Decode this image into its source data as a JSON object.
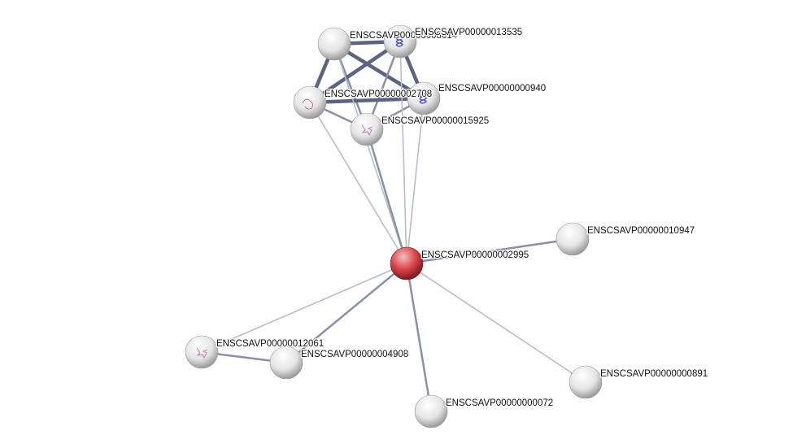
{
  "network": {
    "nodes": [
      {
        "id": "n8014",
        "label": "ENSCSAVP00000008014",
        "color": "#e8e8e8",
        "icon": "none"
      },
      {
        "id": "n13535",
        "label": "ENSCSAVP00000013535",
        "color": "#e8e8e8",
        "icon": "helix-structure"
      },
      {
        "id": "n2708",
        "label": "ENSCSAVP00000002708",
        "color": "#e8e8e8",
        "icon": "coil-structure"
      },
      {
        "id": "n940",
        "label": "ENSCSAVP00000000940",
        "color": "#e8e8e8",
        "icon": "helix-structure"
      },
      {
        "id": "n15925",
        "label": "ENSCSAVP00000015925",
        "color": "#e8e8e8",
        "icon": "protein-structure"
      },
      {
        "id": "n2995",
        "label": "ENSCSAVP00000002995",
        "color": "#d9434a",
        "icon": "none"
      },
      {
        "id": "n10947",
        "label": "ENSCSAVP00000010947",
        "color": "#e8e8e8",
        "icon": "none"
      },
      {
        "id": "n12061",
        "label": "ENSCSAVP00000012061",
        "color": "#e8e8e8",
        "icon": "protein-structure"
      },
      {
        "id": "n4908",
        "label": "ENSCSAVP00000004908",
        "color": "#e8e8e8",
        "icon": "none"
      },
      {
        "id": "n891",
        "label": "ENSCSAVP00000000891",
        "color": "#e8e8e8",
        "icon": "none"
      },
      {
        "id": "n72",
        "label": "ENSCSAVP00000000072",
        "color": "#e8e8e8",
        "icon": "none"
      }
    ],
    "edges": [
      {
        "a": "n8014",
        "b": "n13535",
        "strength": "high"
      },
      {
        "a": "n8014",
        "b": "n2708",
        "strength": "high"
      },
      {
        "a": "n8014",
        "b": "n940",
        "strength": "high"
      },
      {
        "a": "n8014",
        "b": "n15925",
        "strength": "medium"
      },
      {
        "a": "n13535",
        "b": "n2708",
        "strength": "high"
      },
      {
        "a": "n13535",
        "b": "n940",
        "strength": "high"
      },
      {
        "a": "n13535",
        "b": "n15925",
        "strength": "medium"
      },
      {
        "a": "n2708",
        "b": "n940",
        "strength": "high"
      },
      {
        "a": "n2708",
        "b": "n15925",
        "strength": "medium"
      },
      {
        "a": "n940",
        "b": "n15925",
        "strength": "medium"
      },
      {
        "a": "n8014",
        "b": "n2995",
        "strength": "low"
      },
      {
        "a": "n13535",
        "b": "n2995",
        "strength": "low"
      },
      {
        "a": "n2708",
        "b": "n2995",
        "strength": "low"
      },
      {
        "a": "n940",
        "b": "n2995",
        "strength": "low"
      },
      {
        "a": "n15925",
        "b": "n2995",
        "strength": "medium"
      },
      {
        "a": "n2995",
        "b": "n10947",
        "strength": "medium"
      },
      {
        "a": "n2995",
        "b": "n12061",
        "strength": "low"
      },
      {
        "a": "n2995",
        "b": "n4908",
        "strength": "medium"
      },
      {
        "a": "n2995",
        "b": "n891",
        "strength": "low"
      },
      {
        "a": "n2995",
        "b": "n72",
        "strength": "medium"
      },
      {
        "a": "n12061",
        "b": "n4908",
        "strength": "medium"
      }
    ]
  }
}
